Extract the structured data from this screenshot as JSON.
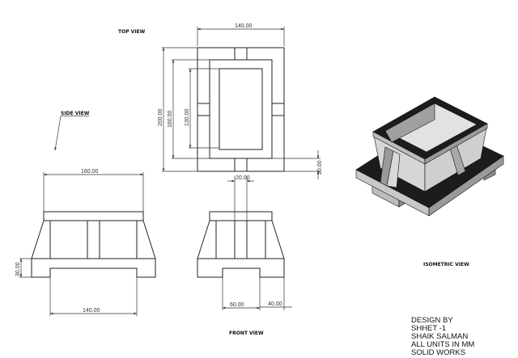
{
  "labels": {
    "top_view": "TOP VIEW",
    "side_view": "SIDE VIEW",
    "front_view": "FRONT VIEW",
    "isometric_view": "ISOMETRIC VIEW"
  },
  "dimensions": {
    "top_width": "140.00",
    "top_outer_height": "200.00",
    "top_frame_height": "160.00",
    "top_inner_height": "130.00",
    "top_tab_offset": "20.00",
    "top_tab_width": "20.00",
    "side_top_width": "160.00",
    "side_base_height": "30.00",
    "side_notch_width": "140.00",
    "front_notch_width": "60.00",
    "front_foot_width": "40.00"
  },
  "title_block": [
    "DESIGN BY",
    "SHHET -1",
    "SHAIK SALMAN",
    "ALL UNITS IN MM",
    "SOLID WORKS"
  ],
  "colors": {
    "line": "#222222",
    "iso_dark": "#1c1c1c",
    "iso_light": "#d4d4d4",
    "iso_mid": "#9a9a9a"
  }
}
